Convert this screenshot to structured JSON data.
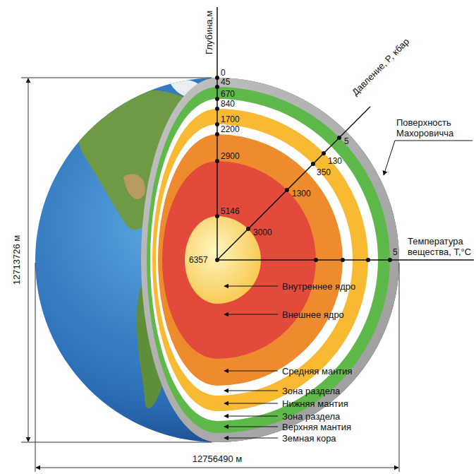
{
  "diagram": {
    "labels": [
      "Глубина,м",
      "Давление, P, кбар",
      "Поверхность Махоровичча",
      "0",
      "45",
      "670",
      "840",
      "1700",
      "2200",
      "2900",
      "5146",
      "6357",
      "5",
      "130",
      "350",
      "1300",
      "3000",
      "Температура вещества, T,°C",
      "5",
      "Внутреннее ядро",
      "Внешнее ядро",
      "Средняя мантия",
      "Зона раздела",
      "Нижняя мантия",
      "Зона раздела",
      "Верхняя мантия",
      "Земная кора",
      "12713726 м",
      "12756490 м"
    ]
  }
}
